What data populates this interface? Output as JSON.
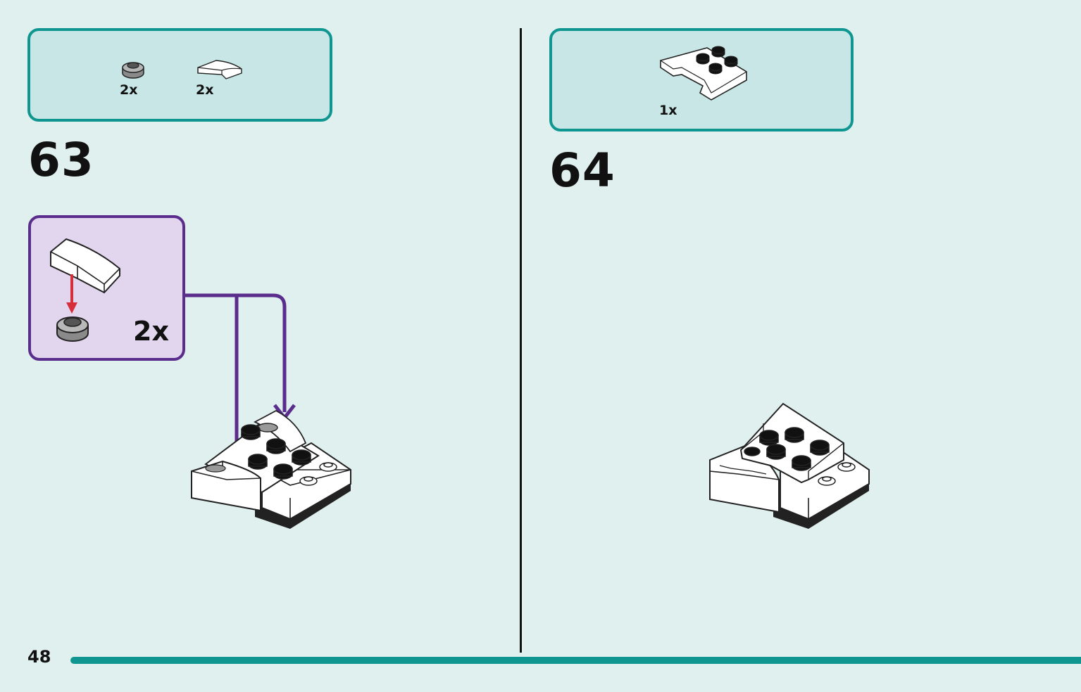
{
  "page": {
    "number": "48"
  },
  "steps": [
    {
      "number": "63",
      "parts": [
        {
          "icon": "round-plate-1x1-gray-icon",
          "qty": "2x"
        },
        {
          "icon": "curved-slope-white-icon",
          "qty": "2x"
        }
      ],
      "subassembly": {
        "qty": "2x"
      }
    },
    {
      "number": "64",
      "parts": [
        {
          "icon": "wedge-plate-white-icon",
          "qty": "1x"
        }
      ]
    }
  ],
  "colors": {
    "page_background": "#e0f0ef",
    "parts_box_fill": "#c7e6e5",
    "parts_box_border": "#0f9690",
    "subassembly_fill": "#e2d6ee",
    "subassembly_border": "#5a2d8c",
    "arrow_purple": "#5a2d8c",
    "arrow_red": "#d62e3a"
  }
}
